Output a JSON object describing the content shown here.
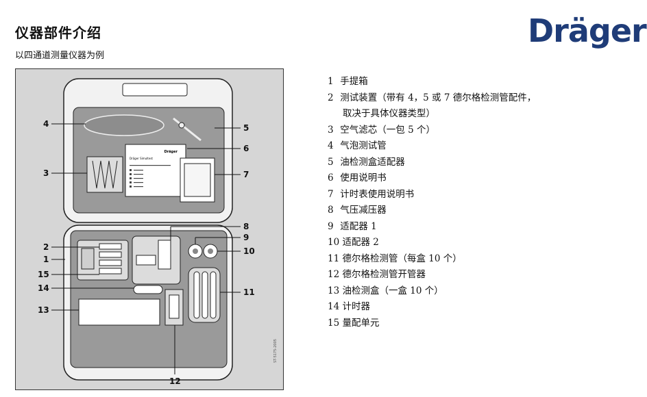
{
  "header": {
    "title": "仪器部件介绍",
    "subtitle": "以四通道测量仪器为例",
    "logo": "Dräger"
  },
  "figure": {
    "callouts": [
      "1",
      "2",
      "3",
      "4",
      "5",
      "6",
      "7",
      "8",
      "9",
      "10",
      "11",
      "12",
      "13",
      "14",
      "15"
    ],
    "manual_brand": "Dräger",
    "manual_heading": "Dräger Simultest",
    "side_code": "ST-5175-2005"
  },
  "legend": [
    {
      "num": "1",
      "text": "手提箱"
    },
    {
      "num": "2",
      "text": "测试装置（带有 4，5 或 7 德尔格检测管配件，",
      "cont": "取决于具体仪器类型）"
    },
    {
      "num": "3",
      "text": "空气滤芯（一包 5 个）"
    },
    {
      "num": "4",
      "text": "气泡测试管"
    },
    {
      "num": "5",
      "text": "油检测盒适配器"
    },
    {
      "num": "6",
      "text": "使用说明书"
    },
    {
      "num": "7",
      "text": "计时表使用说明书"
    },
    {
      "num": "8",
      "text": "气压减压器"
    },
    {
      "num": "9",
      "text": "适配器 1"
    },
    {
      "num": "10",
      "text": "适配器 2"
    },
    {
      "num": "11",
      "text": "德尔格检测管（每盒 10 个）"
    },
    {
      "num": "12",
      "text": "德尔格检测管开管器"
    },
    {
      "num": "13",
      "text": "油检测盒（一盒 10 个）"
    },
    {
      "num": "14",
      "text": "计时器"
    },
    {
      "num": "15",
      "text": "量配单元"
    }
  ]
}
